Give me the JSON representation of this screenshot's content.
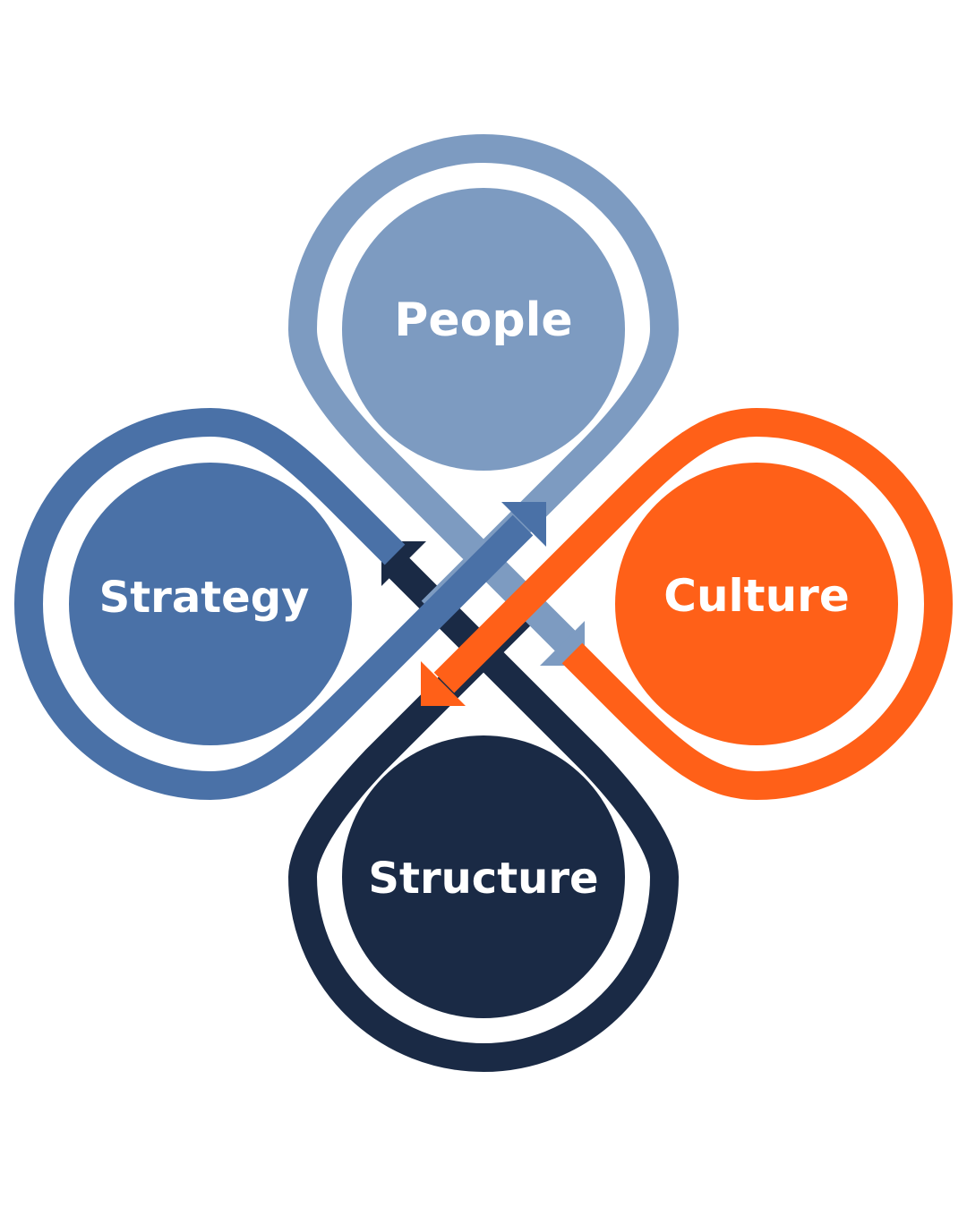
{
  "nodes": {
    "people": {
      "label": "People",
      "color": "#7d9bc1"
    },
    "strategy": {
      "label": "Strategy",
      "color": "#4a71a7"
    },
    "culture": {
      "label": "Culture",
      "color": "#ff6018"
    },
    "structure": {
      "label": "Structure",
      "color": "#1a2a45"
    }
  },
  "background": "#ffffff"
}
